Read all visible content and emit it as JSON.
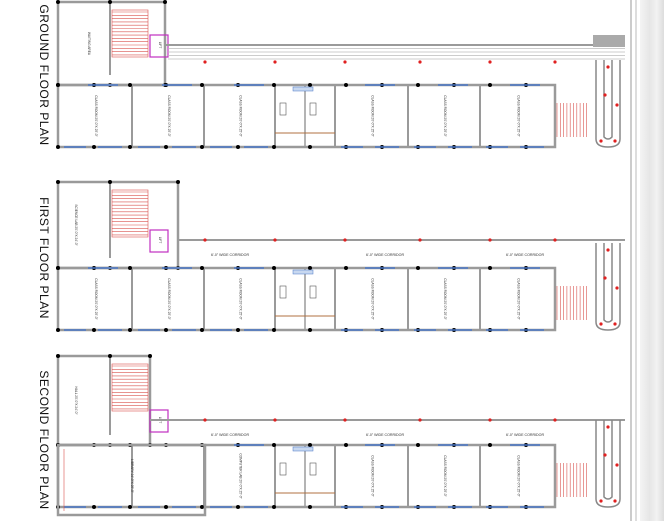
{
  "floors": [
    {
      "title": "GROUND FLOOR PLAN",
      "left_block": [
        "WAITING AREA",
        "LIFT"
      ],
      "rooms": [
        "CLASS ROOM 20'-0\"X 25'-0\"",
        "CLASS ROOM 20'-0\"X 25'-0\"",
        "CLASS ROOM 20'-0\"X 25'-0\"",
        "CLASS ROOM 20'-0\"X 25'-0\"",
        "CLASS ROOM 20'-0\"X 25'-0\"",
        "CLASS ROOM 20'-0\"X 25'-0\""
      ],
      "corridor": []
    },
    {
      "title": "FIRST FLOOR PLAN",
      "left_block": [
        "SCIENCE LAB 20'-0\"X 24'-0\"",
        "LIFT"
      ],
      "rooms": [
        "CLASS ROOM 20'-0\"X 25'-0\"",
        "CLASS ROOM 20'-0\"X 25'-0\"",
        "CLASS ROOM 20'-0\"X 25'-0\"",
        "CLASS ROOM 20'-0\"X 25'-0\"",
        "CLASS ROOM 20'-0\"X 25'-0\"",
        "CLASS ROOM 20'-0\"X 25'-0\""
      ],
      "corridor": [
        "6'-0\" WIDE CORRIDOR",
        "6'-0\" WIDE CORRIDOR",
        "6'-0\" WIDE CORRIDOR"
      ]
    },
    {
      "title": "SECOND FLOOR PLAN",
      "left_block": [
        "HALL 20'-0\"X 24'-0\"",
        "LIFT"
      ],
      "rooms": [
        "LIBRARY 24'-0\"X 25'-0\"",
        "COMPUTER LAB 20'-0\"X 25'-0\"",
        "CLASS ROOM 20'-0\"X 25'-0\"",
        "CLASS ROOM 20'-0\"X 25'-0\"",
        "CLASS ROOM 20'-0\"X 25'-0\""
      ],
      "corridor": [
        "6'-0\" WIDE CORRIDOR",
        "6'-0\" WIDE CORRIDOR",
        "6'-0\" WIDE CORRIDOR"
      ]
    }
  ],
  "colors": {
    "wall": "#9a9a9a",
    "window": "#4a78c8",
    "stair": "#d9534f",
    "lift": "#c030c0",
    "marker": "#e02020"
  }
}
